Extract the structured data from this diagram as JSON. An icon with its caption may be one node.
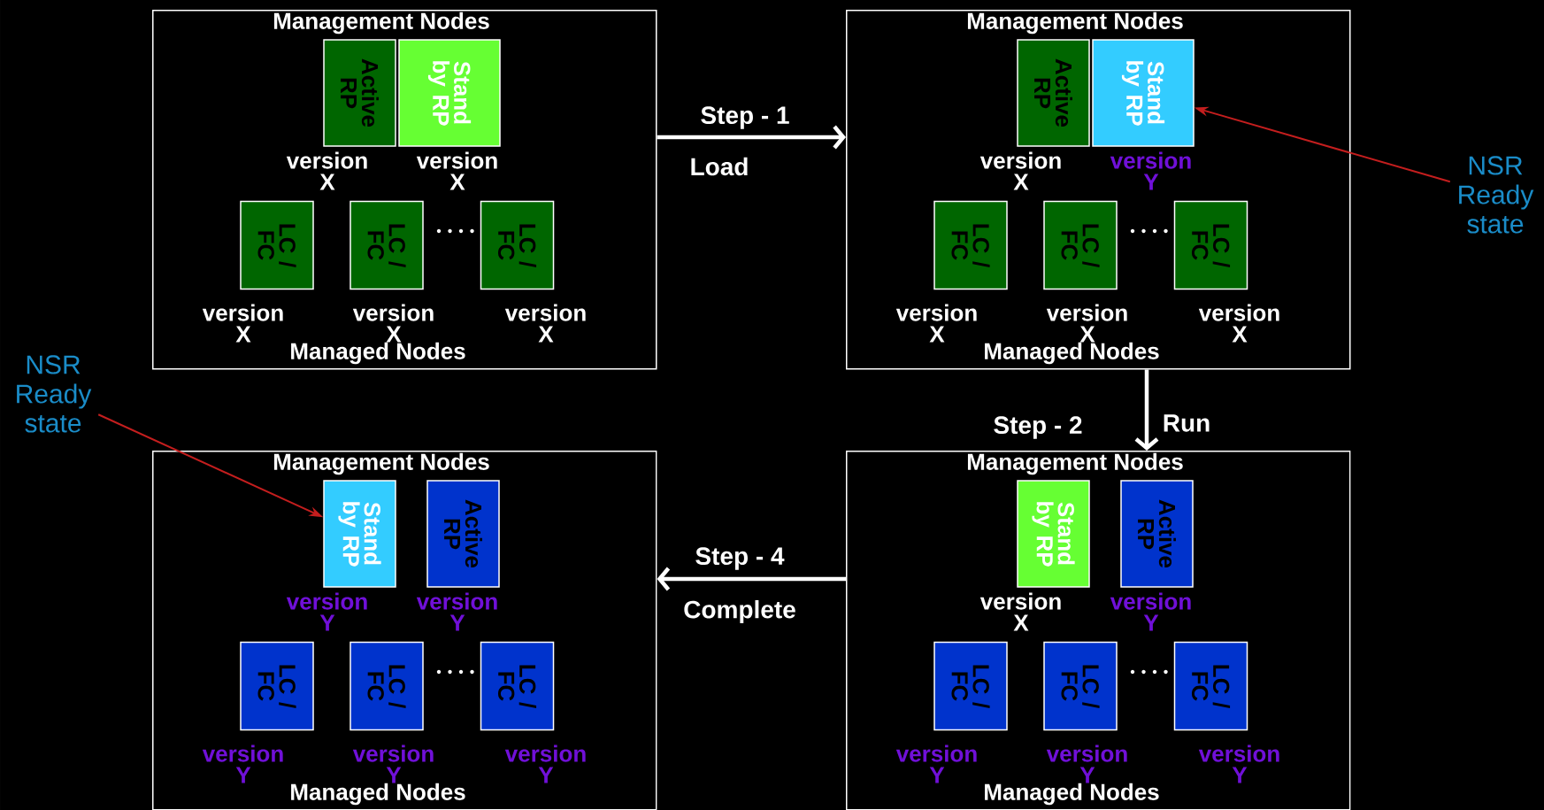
{
  "diagram": {
    "nodes": [
      {
        "text": [
          "Management Nodes",
          "Managed Nodes"
        ]
      },
      {
        "text": [
          "Active RP"
        ],
        "in": 0,
        "beside": [
          "version X"
        ]
      },
      {
        "text": [
          "Stand by RP"
        ],
        "in": 0,
        "beside": [
          "version X"
        ]
      },
      {
        "text": [
          "LC / FC"
        ],
        "in": 0,
        "beside": [
          "version X"
        ]
      },
      {
        "text": [
          "LC / FC"
        ],
        "in": 0,
        "beside": [
          "version X"
        ]
      },
      {
        "text": [
          "LC / FC"
        ],
        "in": 0,
        "beside": [
          "version X"
        ]
      },
      {
        "text": [
          "Management Nodes",
          "Managed Nodes"
        ]
      },
      {
        "text": [
          "Active RP"
        ],
        "in": 6,
        "beside": [
          "version X"
        ]
      },
      {
        "text": [
          "Stand by RP"
        ],
        "in": 6,
        "beside": [
          "version Y"
        ]
      },
      {
        "text": [
          "LC / FC"
        ],
        "in": 6,
        "beside": [
          "version X"
        ]
      },
      {
        "text": [
          "LC / FC"
        ],
        "in": 6,
        "beside": [
          "version X"
        ]
      },
      {
        "text": [
          "LC / FC"
        ],
        "in": 6,
        "beside": [
          "version X"
        ]
      },
      {
        "text": [
          "Management Nodes",
          "Managed Nodes"
        ]
      },
      {
        "text": [
          "Stand by RP"
        ],
        "in": 12,
        "beside": [
          "version X"
        ]
      },
      {
        "text": [
          "Active RP"
        ],
        "in": 12,
        "beside": [
          "version Y"
        ]
      },
      {
        "text": [
          "LC / FC"
        ],
        "in": 12,
        "beside": [
          "version Y"
        ]
      },
      {
        "text": [
          "LC / FC"
        ],
        "in": 12,
        "beside": [
          "version Y"
        ]
      },
      {
        "text": [
          "LC / FC"
        ],
        "in": 12,
        "beside": [
          "version Y"
        ]
      },
      {
        "text": [
          "Management Nodes",
          "Managed Nodes"
        ]
      },
      {
        "text": [
          "Stand by RP"
        ],
        "in": 18,
        "beside": [
          "version Y"
        ]
      },
      {
        "text": [
          "Active RP"
        ],
        "in": 18,
        "beside": [
          "version Y"
        ]
      },
      {
        "text": [
          "LC / FC"
        ],
        "in": 18,
        "beside": [
          "version Y"
        ]
      },
      {
        "text": [
          "LC / FC"
        ],
        "in": 18,
        "beside": [
          "version Y"
        ]
      },
      {
        "text": [
          "LC / FC"
        ],
        "in": 18,
        "beside": [
          "version Y"
        ]
      },
      {
        "text": [
          "NSR Ready state"
        ]
      },
      {
        "text": [
          "NSR Ready state"
        ]
      }
    ],
    "edges": [
      {
        "from": 0,
        "to": 6,
        "arrow": "to",
        "label": "Step - 1"
      },
      {
        "from": 6,
        "to": 12,
        "arrow": "to",
        "label": "Step - 2"
      },
      {
        "from": 12,
        "to": 18,
        "arrow": "to",
        "label": "Step - 4"
      },
      {
        "from": 24,
        "to": 8,
        "arrow": "to",
        "color": "#c41e1e"
      },
      {
        "from": 25,
        "to": 19,
        "arrow": "to",
        "color": "#c41e1e"
      }
    ],
    "labels": [
      "Load",
      "Run",
      "Complete"
    ]
  }
}
